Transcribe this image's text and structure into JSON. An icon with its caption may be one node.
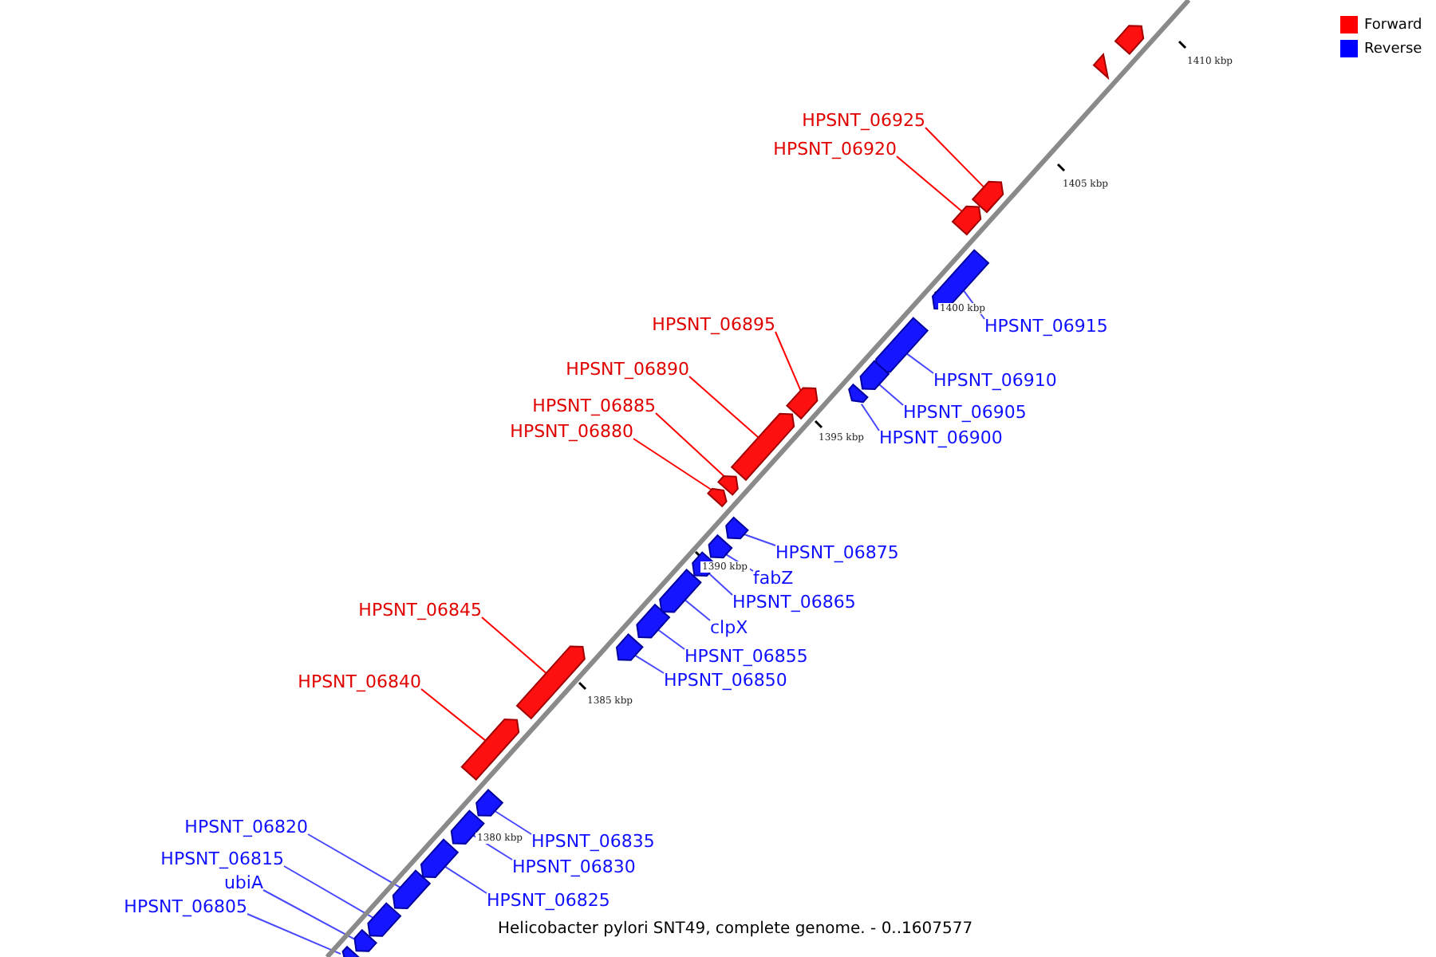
{
  "diagram": {
    "caption": "Helicobacter pylori SNT49, complete genome. - 0..1607577",
    "nodes": [
      {
        "text": [
          "HPSNT_06925"
        ]
      },
      {
        "text": [
          "HPSNT_06920"
        ]
      },
      {
        "text": [
          "HPSNT_06895"
        ]
      },
      {
        "text": [
          "HPSNT_06915"
        ]
      },
      {
        "text": [
          "HPSNT_06890"
        ]
      },
      {
        "text": [
          "HPSNT_06910"
        ]
      },
      {
        "text": [
          "HPSNT_06885"
        ]
      },
      {
        "text": [
          "HPSNT_06905"
        ]
      },
      {
        "text": [
          "HPSNT_06880"
        ]
      },
      {
        "text": [
          "HPSNT_06900"
        ]
      },
      {
        "text": [
          "HPSNT_06875"
        ]
      },
      {
        "text": [
          "fabZ"
        ]
      },
      {
        "text": [
          "HPSNT_06865"
        ]
      },
      {
        "text": [
          "HPSNT_06845"
        ]
      },
      {
        "text": [
          "clpX"
        ]
      },
      {
        "text": [
          "HPSNT_06855"
        ]
      },
      {
        "text": [
          "HPSNT_06850"
        ]
      },
      {
        "text": [
          "HPSNT_06840"
        ]
      },
      {
        "text": [
          "HPSNT_06820"
        ]
      },
      {
        "text": [
          "HPSNT_06835"
        ]
      },
      {
        "text": [
          "HPSNT_06815"
        ]
      },
      {
        "text": [
          "HPSNT_06830"
        ]
      },
      {
        "text": [
          "ubiA"
        ]
      },
      {
        "text": [
          "HPSNT_06825"
        ]
      },
      {
        "text": [
          "HPSNT_06805"
        ]
      },
      {
        "text": [],
        "shape": "bar"
      },
      {
        "text": [],
        "shape": "triangle"
      },
      {
        "text": [],
        "shape": "bar"
      },
      {
        "text": [],
        "shape": "bar"
      },
      {
        "text": [],
        "shape": "bar"
      },
      {
        "text": [],
        "shape": "bar"
      },
      {
        "text": [],
        "shape": "bar"
      },
      {
        "text": [],
        "shape": "bar"
      },
      {
        "text": [],
        "shape": "bar"
      },
      {
        "text": [],
        "shape": "bar"
      },
      {
        "text": [],
        "shape": "bar"
      },
      {
        "text": [],
        "shape": "bar"
      },
      {
        "text": [],
        "shape": "bar"
      },
      {
        "text": [],
        "shape": "bar"
      },
      {
        "text": [],
        "shape": "bar"
      },
      {
        "text": [],
        "shape": "bar"
      },
      {
        "text": [],
        "shape": "bar"
      },
      {
        "text": [],
        "shape": "bar"
      },
      {
        "text": [],
        "shape": "bar"
      },
      {
        "text": [],
        "shape": "bar"
      },
      {
        "text": [],
        "shape": "bar"
      },
      {
        "text": [],
        "shape": "bar"
      },
      {
        "text": [],
        "shape": "bar"
      },
      {
        "text": [],
        "shape": "bar"
      },
      {
        "text": [],
        "shape": "bar"
      },
      {
        "text": [],
        "shape": "bar"
      },
      {
        "text": [],
        "shape": "bar"
      }
    ],
    "edges": [
      {
        "from": 0,
        "to": 27,
        "arrow": "none",
        "color": "#ff0000"
      },
      {
        "from": 1,
        "to": 28,
        "arrow": "none",
        "color": "#ff0000"
      },
      {
        "from": 2,
        "to": 33,
        "arrow": "none",
        "color": "#ff0000"
      },
      {
        "from": 3,
        "to": 29,
        "arrow": "none"
      },
      {
        "from": 4,
        "to": 34,
        "arrow": "none",
        "color": "#ff0000"
      },
      {
        "from": 5,
        "to": 30,
        "arrow": "none"
      },
      {
        "from": 6,
        "to": 35,
        "arrow": "none",
        "color": "#ff0000"
      },
      {
        "from": 7,
        "to": 31,
        "arrow": "none"
      },
      {
        "from": 8,
        "to": 36,
        "arrow": "none",
        "color": "#ff0000"
      },
      {
        "from": 9,
        "to": 32,
        "arrow": "none"
      },
      {
        "from": 10,
        "to": 37,
        "arrow": "none"
      },
      {
        "from": 11,
        "to": 38,
        "arrow": "none"
      },
      {
        "from": 12,
        "to": 39,
        "arrow": "none"
      },
      {
        "from": 13,
        "to": 43,
        "arrow": "none",
        "color": "#ff0000"
      },
      {
        "from": 14,
        "to": 40,
        "arrow": "none"
      },
      {
        "from": 15,
        "to": 41,
        "arrow": "none"
      },
      {
        "from": 16,
        "to": 42,
        "arrow": "none"
      },
      {
        "from": 17,
        "to": 44,
        "arrow": "none",
        "color": "#ff0000"
      },
      {
        "from": 18,
        "to": 48,
        "arrow": "none"
      },
      {
        "from": 19,
        "to": 45,
        "arrow": "none"
      },
      {
        "from": 20,
        "to": 49,
        "arrow": "none"
      },
      {
        "from": 21,
        "to": 46,
        "arrow": "none"
      },
      {
        "from": 22,
        "to": 50,
        "arrow": "none"
      },
      {
        "from": 23,
        "to": 47,
        "arrow": "none"
      },
      {
        "from": 24,
        "to": 51,
        "arrow": "none"
      }
    ],
    "labels": [
      "1410 kbp",
      "1405 kbp",
      "1400 kbp",
      "1395 kbp",
      "1390 kbp",
      "1385 kbp",
      "1380 kbp"
    ],
    "legend": [
      {
        "text": "Forward",
        "color": "#ff0000"
      },
      {
        "text": "Reverse",
        "color": "#0000ff"
      }
    ]
  }
}
